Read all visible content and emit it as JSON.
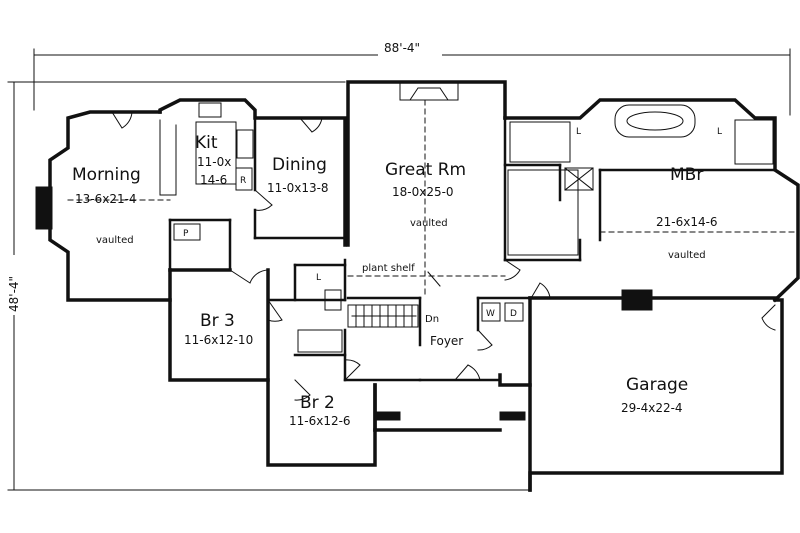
{
  "overall": {
    "width": "88'-4\"",
    "depth": "48'-4\""
  },
  "rooms": {
    "morning": {
      "name": "Morning",
      "size": "13-6x21-4",
      "note": "vaulted"
    },
    "kit": {
      "name": "Kit",
      "size_a": "11-0x",
      "size_b": "14-6"
    },
    "dining": {
      "name": "Dining",
      "size": "11-0x13-8"
    },
    "great": {
      "name": "Great Rm",
      "size": "18-0x25-0",
      "note": "vaulted"
    },
    "mbr": {
      "name": "MBr",
      "size": "21-6x14-6",
      "note": "vaulted"
    },
    "br3": {
      "name": "Br 3",
      "size": "11-6x12-10"
    },
    "br2": {
      "name": "Br 2",
      "size": "11-6x12-6"
    },
    "foyer": {
      "name": "Foyer"
    },
    "garage": {
      "name": "Garage",
      "size": "29-4x22-4"
    }
  },
  "notes": {
    "plant_shelf": "plant shelf",
    "down": "Dn",
    "pantry": "P",
    "refrigerator": "R",
    "linen_hall": "L",
    "linen_mbath_left": "L",
    "linen_mbath_right": "L",
    "washer": "W",
    "dryer": "D"
  }
}
